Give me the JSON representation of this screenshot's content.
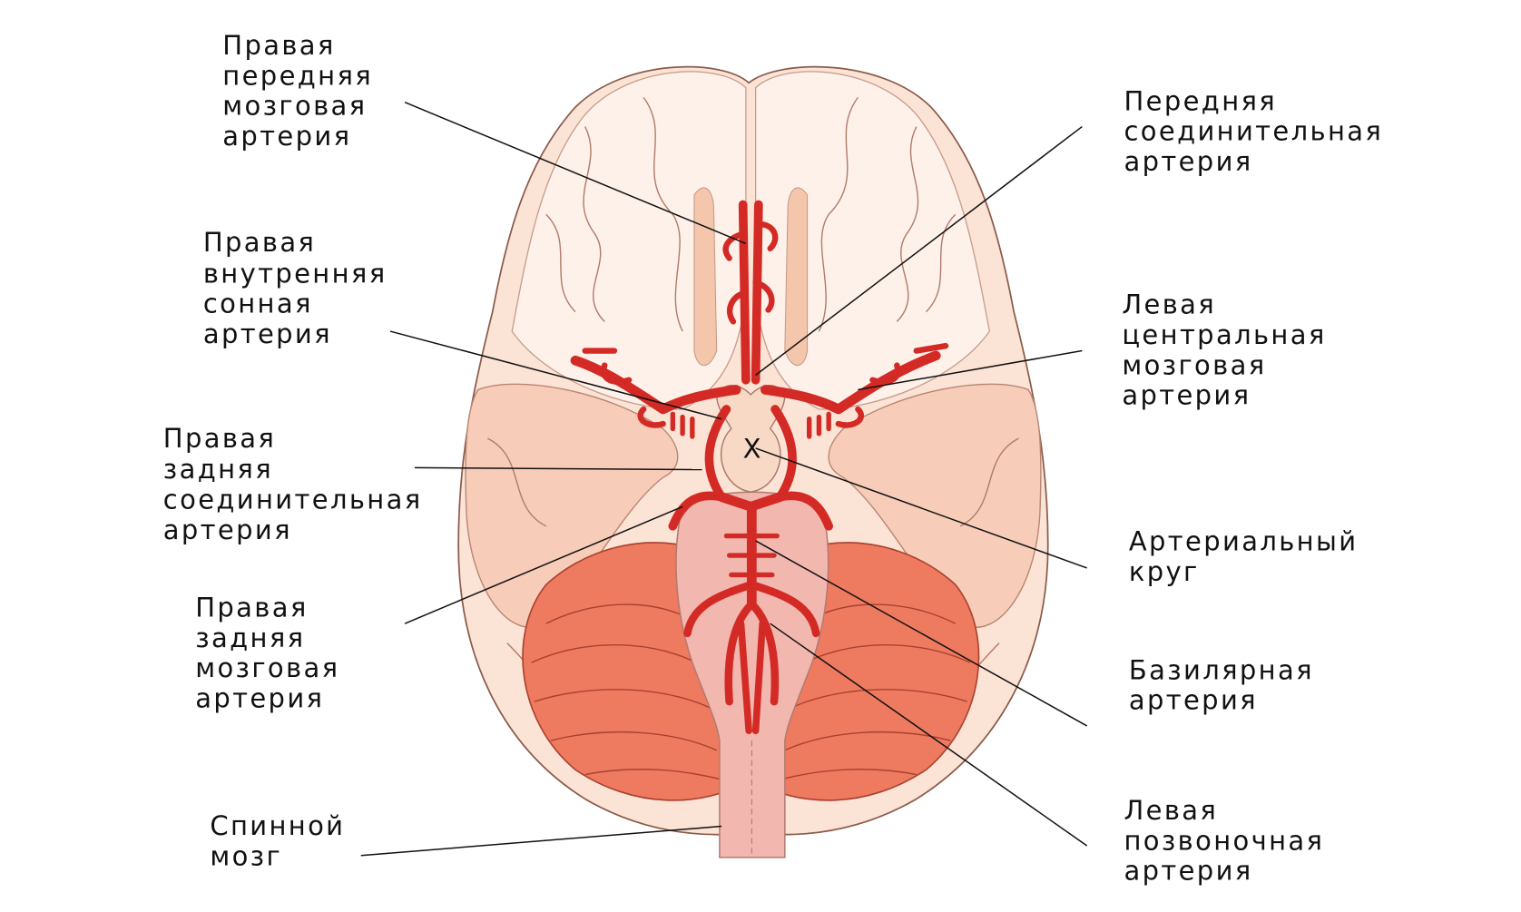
{
  "labels": {
    "right_anterior_cerebral": [
      "Правая",
      "передняя",
      "мозговая",
      "артерия"
    ],
    "anterior_communicating": [
      "Передняя",
      "соединительная",
      "артерия"
    ],
    "right_internal_carotid": [
      "Правая",
      "внутренняя",
      "сонная",
      "артерия"
    ],
    "left_middle_cerebral": [
      "Левая",
      "центральная",
      "мозговая",
      "артерия"
    ],
    "right_posterior_communicating": [
      "Правая",
      "задняя",
      "соединительная",
      "артерия"
    ],
    "arterial_circle": [
      "Артериальный",
      "круг"
    ],
    "right_posterior_cerebral": [
      "Правая",
      "задняя",
      "мозговая",
      "артерия"
    ],
    "basilar": [
      "Базилярная",
      "артерия"
    ],
    "spinal_cord": [
      "Спинной",
      "мозг"
    ],
    "left_vertebral": [
      "Левая",
      "позвоночная",
      "артерия"
    ]
  },
  "chiasm_mark": "X",
  "colors": {
    "artery": "#d42a25",
    "brain": "#f9d9cb",
    "cerebellum": "#ee7a60",
    "stem": "#f2b7ae"
  }
}
